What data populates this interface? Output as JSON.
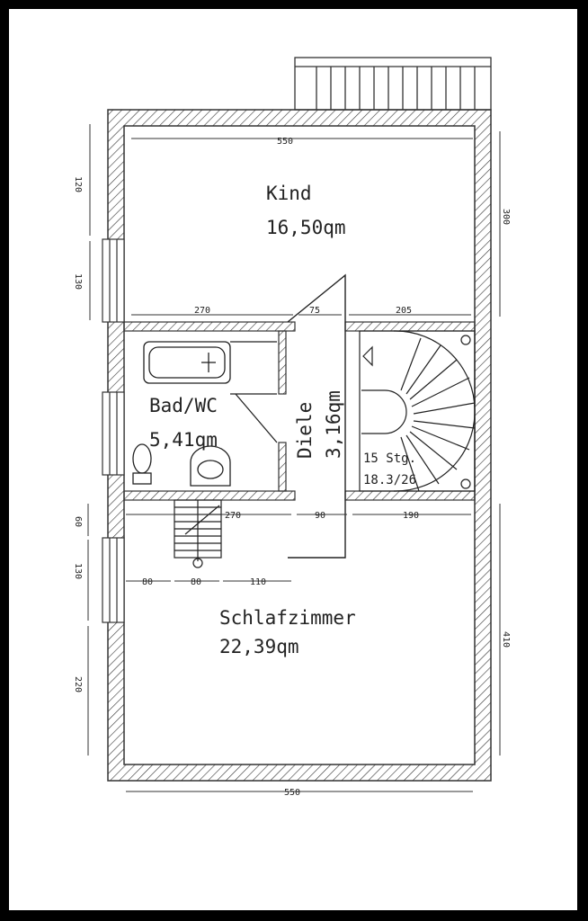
{
  "colors": {
    "frame": "#000000",
    "paper": "#ffffff",
    "ink": "#222222"
  },
  "rooms": {
    "kind": {
      "name": "Kind",
      "area": "16,50qm"
    },
    "bad": {
      "name": "Bad/WC",
      "area": "5,41qm"
    },
    "diele": {
      "name": "Diele",
      "area": "3,16qm"
    },
    "schlaf": {
      "name": "Schlafzimmer",
      "area": "22,39qm"
    }
  },
  "stair": {
    "line1": "15 Stg.",
    "line2": "18.3/26"
  },
  "dimensions": {
    "top_width": "550",
    "bottom_width": "550",
    "kind_right_height": "300",
    "kind_left_upper": "120",
    "kind_left_lower": "130",
    "mid_left": "270",
    "mid_center": "75",
    "mid_right": "205",
    "low_left": "270",
    "low_center": "90",
    "low_right": "190",
    "left_60": "60",
    "left_130": "130",
    "left_220": "220",
    "right_410": "410",
    "seg_80a": "80",
    "seg_80b": "80",
    "seg_110": "110"
  }
}
